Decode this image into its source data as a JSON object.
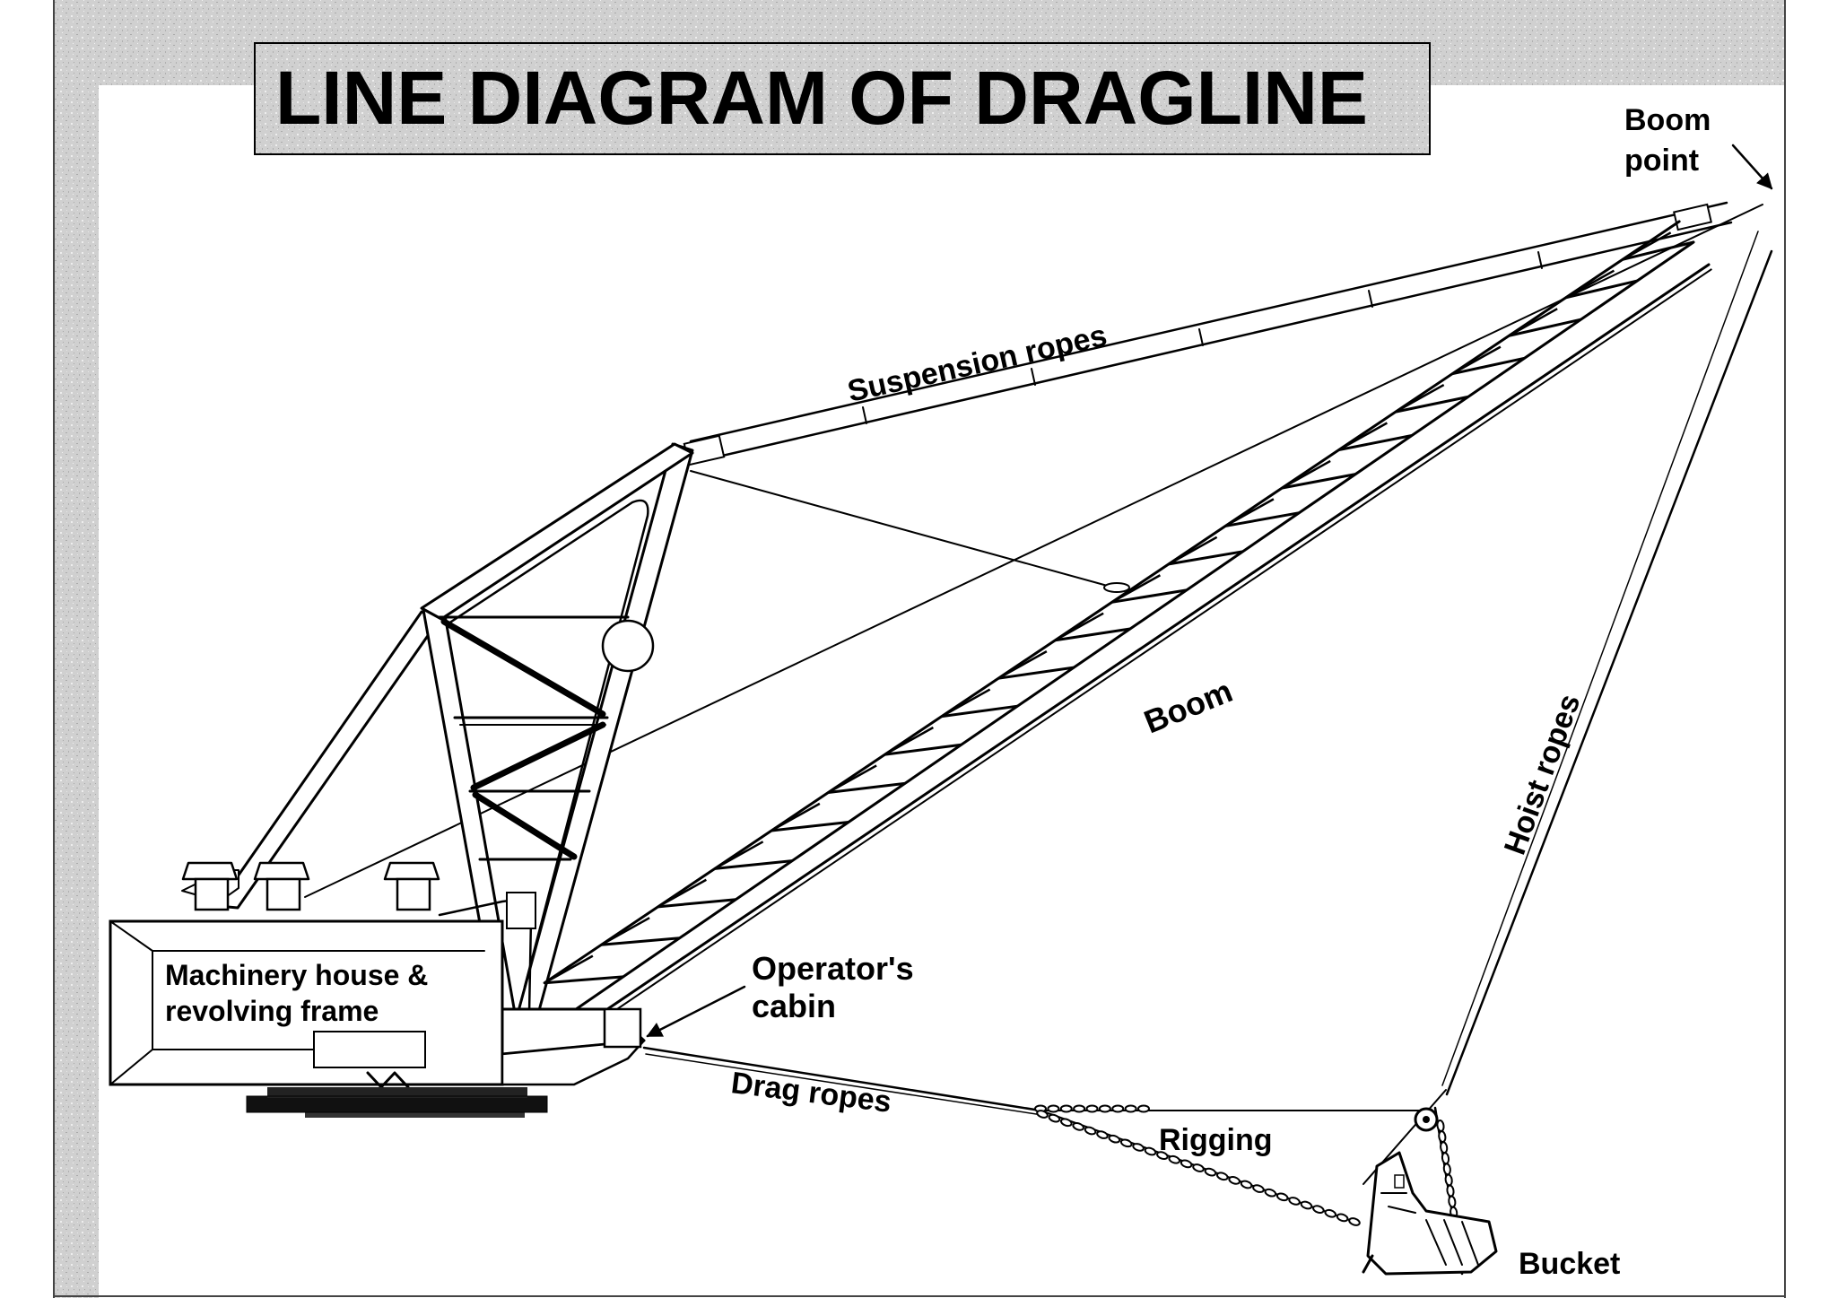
{
  "title": "LINE DIAGRAM OF DRAGLINE",
  "labels": {
    "boom_point_line1": "Boom",
    "boom_point_line2": "point",
    "suspension_ropes": "Suspension ropes",
    "boom": "Boom",
    "hoist_ropes": "Hoist ropes",
    "operators_cabin_line1": "Operator's",
    "operators_cabin_line2": "cabin",
    "machinery_house_line1": "Machinery house &",
    "machinery_house_line2": "revolving frame",
    "drag_ropes": "Drag ropes",
    "rigging": "Rigging",
    "bucket": "Bucket"
  },
  "colors": {
    "frame_texture": "#c8c8c8",
    "ink": "#000000",
    "paper": "#ffffff"
  }
}
